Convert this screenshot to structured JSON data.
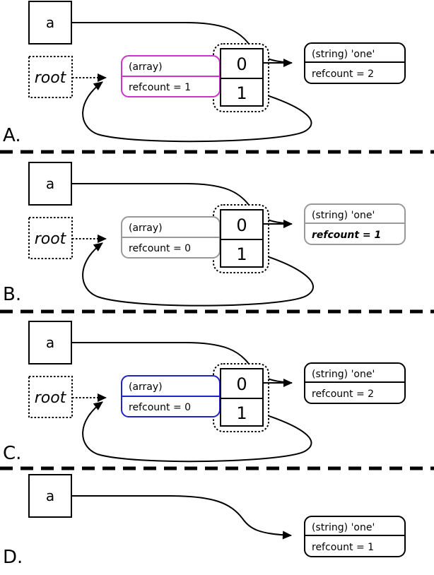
{
  "panels": [
    {
      "id": "A",
      "label": "A.",
      "var_box": "a",
      "root_box": "root",
      "array_box": {
        "line1": "(array)",
        "line2": "refcount = 1",
        "color": "#cc33cc"
      },
      "value_table": {
        "cell0": "0",
        "cell1": "1"
      },
      "string_box": {
        "line1": "(string) 'one'",
        "line2": "refcount = 2",
        "color": "#000000",
        "line2_color": "#000000"
      }
    },
    {
      "id": "B",
      "label": "B.",
      "var_box": "a",
      "root_box": "root",
      "array_box": {
        "line1": "(array)",
        "line2": "refcount = 0",
        "color": "#999999"
      },
      "value_table": {
        "cell0": "0",
        "cell1": "1"
      },
      "string_box": {
        "line1": "(string) 'one'",
        "line2": "refcount = 1",
        "color": "#999999",
        "line2_color": "#555555"
      }
    },
    {
      "id": "C",
      "label": "C.",
      "var_box": "a",
      "root_box": "root",
      "array_box": {
        "line1": "(array)",
        "line2": "refcount = 0",
        "color": "#2222cc"
      },
      "value_table": {
        "cell0": "0",
        "cell1": "1"
      },
      "string_box": {
        "line1": "(string) 'one'",
        "line2": "refcount = 2",
        "color": "#000000",
        "line2_color": "#000000"
      }
    },
    {
      "id": "D",
      "label": "D.",
      "var_box": "a",
      "string_box": {
        "line1": "(string) 'one'",
        "line2": "refcount = 1",
        "color": "#000000",
        "line2_color": "#000000"
      }
    }
  ]
}
